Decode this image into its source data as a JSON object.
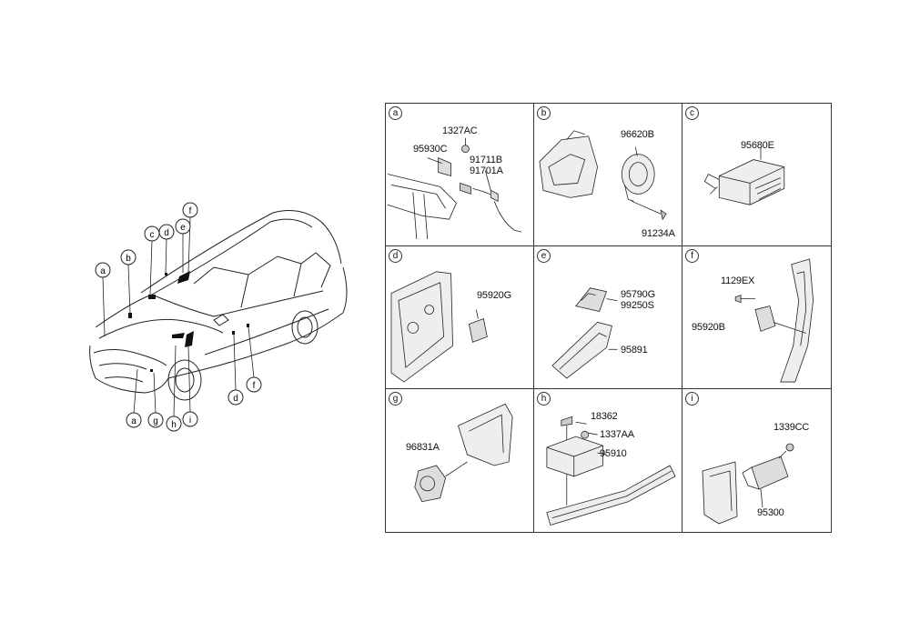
{
  "overview": {
    "callouts": [
      "a",
      "b",
      "c",
      "d",
      "e",
      "f",
      "a",
      "g",
      "h",
      "i",
      "d",
      "f"
    ]
  },
  "panels": [
    {
      "letter": "a",
      "parts": [
        "1327AC",
        "95930C",
        "91711B",
        "91701A"
      ]
    },
    {
      "letter": "b",
      "parts": [
        "96620B",
        "91234A"
      ]
    },
    {
      "letter": "c",
      "parts": [
        "95680E"
      ]
    },
    {
      "letter": "d",
      "parts": [
        "95920G"
      ]
    },
    {
      "letter": "e",
      "parts": [
        "95790G",
        "99250S",
        "95891"
      ]
    },
    {
      "letter": "f",
      "parts": [
        "1129EX",
        "95920B"
      ]
    },
    {
      "letter": "g",
      "parts": [
        "96831A"
      ]
    },
    {
      "letter": "h",
      "parts": [
        "18362",
        "1337AA",
        "95910"
      ]
    },
    {
      "letter": "i",
      "parts": [
        "1339CC",
        "95300"
      ]
    }
  ]
}
